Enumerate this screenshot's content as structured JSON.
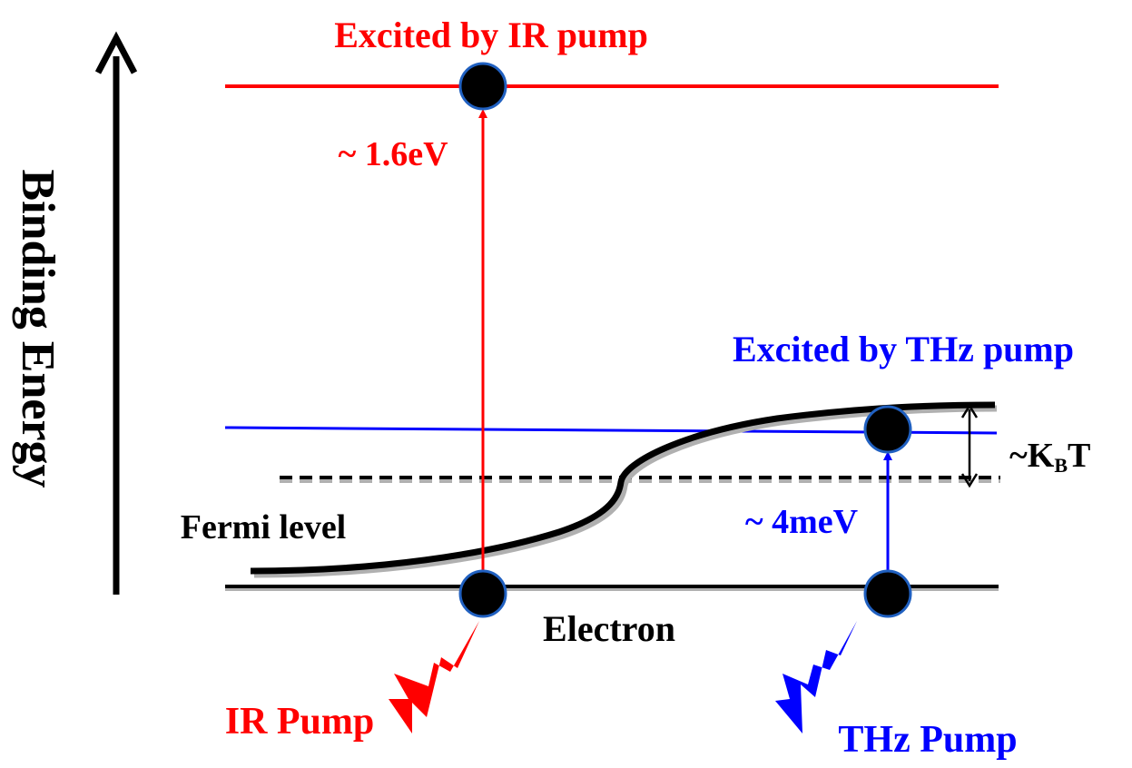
{
  "labels": {
    "excited_ir": "Excited by IR pump",
    "ir_gap": "~ 1.6eV",
    "binding_energy": "Binding Energy",
    "excited_thz": "Excited by THz pump",
    "kbt_prefix": "~K",
    "kbt_sub": "B",
    "kbt_suffix": "T",
    "thz_gap": "~ 4meV",
    "fermi_level": "Fermi level",
    "electron": "Electron",
    "ir_pump": "IR Pump",
    "thz_pump": "THz Pump"
  },
  "colors": {
    "ir": "#ff0000",
    "thz": "#0000ff",
    "ink": "#000000"
  }
}
